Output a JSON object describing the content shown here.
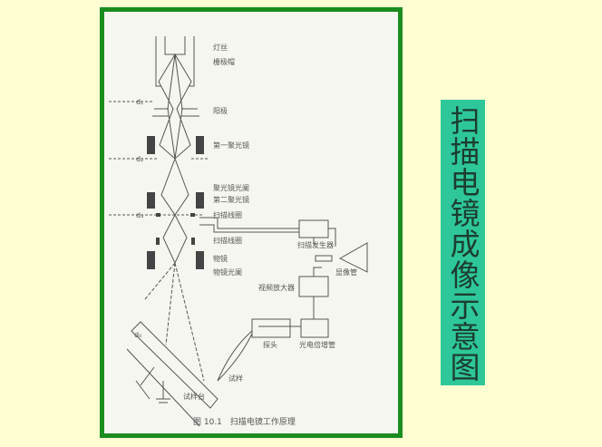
{
  "side_title": "扫描电镜成像示意图",
  "diagram": {
    "labels": {
      "filament": "灯丝",
      "grid_cap": "栅极帽",
      "anode": "阳极",
      "condenser1": "第一聚光镜",
      "condenser_aperture": "聚光镜光阑",
      "condenser2": "第二聚光镜",
      "scan_coil1": "扫描线圈",
      "scan_coil2": "扫描线圈",
      "objective": "物镜",
      "objective_aperture": "物镜光阑",
      "scan_generator": "扫描发生器",
      "crt": "显像管",
      "video_amp": "视频放大器",
      "probe": "探头",
      "pmt": "光电倍增管",
      "specimen": "试样",
      "stage": "试样台",
      "d1": "d₁",
      "d2": "d₂",
      "d3": "d₃",
      "d0": "d₀"
    },
    "caption": "图 10.1　扫描电镜工作原理"
  }
}
